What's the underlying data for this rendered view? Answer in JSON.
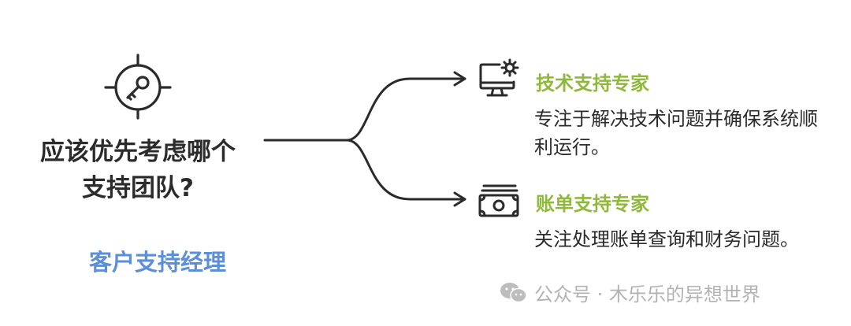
{
  "diagram": {
    "question_line1": "应该优先考虑哪个",
    "question_line2": "支持团队?",
    "manager_label": "客户支持经理",
    "options": [
      {
        "title": "技术支持专家",
        "description": "专注于解决技术问题并确保系统顺利运行。",
        "icon": "computer-gear-icon"
      },
      {
        "title": "账单支持专家",
        "description": "关注处理账单查询和财务问题。",
        "icon": "cash-icon"
      }
    ]
  },
  "watermark": {
    "text": "公众号 · 木乐乐的异想世界",
    "icon": "wechat-icon"
  },
  "colors": {
    "title_green": "#8fb83d",
    "manager_blue": "#5b8fd6",
    "text_dark": "#2b2b2b",
    "watermark_gray": "#b3b3b3"
  }
}
